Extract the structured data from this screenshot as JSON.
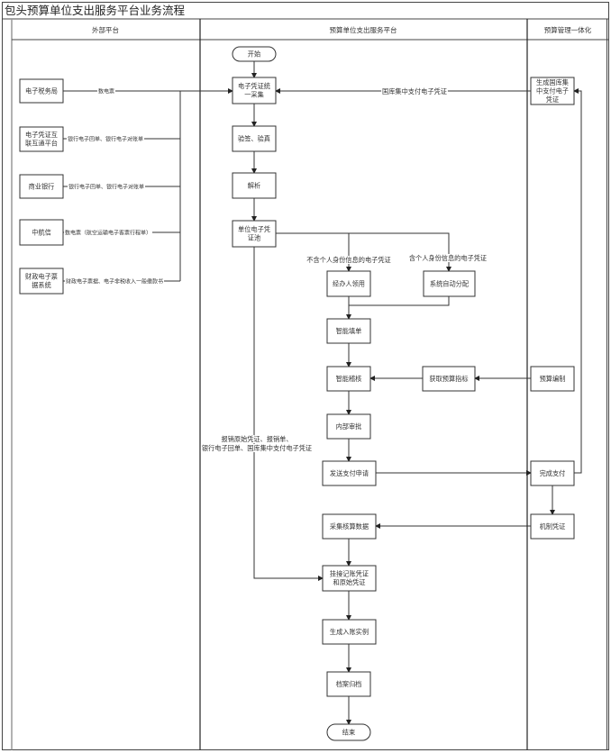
{
  "title": "包头预算单位支出服务平台业务流程",
  "lanes": [
    {
      "id": "external",
      "label": "外部平台"
    },
    {
      "id": "platform",
      "label": "预算单位支出服务平台"
    },
    {
      "id": "budget",
      "label": "预算管理一体化"
    }
  ],
  "nodes": {
    "start": {
      "label": "开始",
      "type": "terminator",
      "lane": "platform"
    },
    "collect": {
      "lines": [
        "电子凭证统",
        "一采集"
      ],
      "type": "process",
      "lane": "platform"
    },
    "verify": {
      "lines": [
        "验签、验真"
      ],
      "type": "process",
      "lane": "platform"
    },
    "parse": {
      "lines": [
        "解析"
      ],
      "type": "process",
      "lane": "platform"
    },
    "pool": {
      "lines": [
        "单位电子凭",
        "证池"
      ],
      "type": "process",
      "lane": "platform"
    },
    "claim": {
      "lines": [
        "经办人领用"
      ],
      "type": "process",
      "lane": "platform"
    },
    "auto_assign": {
      "lines": [
        "系统自动分配"
      ],
      "type": "process",
      "lane": "platform"
    },
    "smart_fill": {
      "lines": [
        "智能填单"
      ],
      "type": "process",
      "lane": "platform"
    },
    "smart_audit": {
      "lines": [
        "智能稽核"
      ],
      "type": "process",
      "lane": "platform"
    },
    "get_budget": {
      "lines": [
        "获取预算指标"
      ],
      "type": "process",
      "lane": "platform"
    },
    "internal_approval": {
      "lines": [
        "内部审批"
      ],
      "type": "process",
      "lane": "platform"
    },
    "send_payment": {
      "lines": [
        "发送支付申请"
      ],
      "type": "process",
      "lane": "platform"
    },
    "collect_accounting": {
      "lines": [
        "采集核算数据"
      ],
      "type": "process",
      "lane": "platform"
    },
    "attach_vouchers": {
      "lines": [
        "挂接记账凭证",
        "和原始凭证"
      ],
      "type": "process",
      "lane": "platform"
    },
    "gen_entry": {
      "lines": [
        "生成入账实例"
      ],
      "type": "process",
      "lane": "platform"
    },
    "archive": {
      "lines": [
        "档案归档"
      ],
      "type": "process",
      "lane": "platform"
    },
    "end": {
      "label": "结束",
      "type": "terminator",
      "lane": "platform"
    },
    "gen_treasury": {
      "lines": [
        "生成国库集",
        "中支付电子",
        "凭证"
      ],
      "type": "process",
      "lane": "budget"
    },
    "budget_prep": {
      "lines": [
        "预算编制"
      ],
      "type": "process",
      "lane": "budget"
    },
    "payment_done": {
      "lines": [
        "完成支付"
      ],
      "type": "process",
      "lane": "budget"
    },
    "mech_voucher": {
      "lines": [
        "机制凭证"
      ],
      "type": "process",
      "lane": "budget"
    },
    "tax_bureau": {
      "lines": [
        "电子税务局"
      ],
      "type": "process",
      "lane": "external"
    },
    "interconnect": {
      "lines": [
        "电子凭证互",
        "联互通平台"
      ],
      "type": "process",
      "lane": "external"
    },
    "bank": {
      "lines": [
        "商业银行"
      ],
      "type": "process",
      "lane": "external"
    },
    "travelsky": {
      "lines": [
        "中航信"
      ],
      "type": "process",
      "lane": "external"
    },
    "fiscal_bill": {
      "lines": [
        "财政电子票",
        "据系统"
      ],
      "type": "process",
      "lane": "external"
    }
  },
  "edges": {
    "tax_bureau": "数电票",
    "interconnect": "银行电子回单、银行电子对账单",
    "bank": "银行电子回单、银行电子对账单",
    "travelsky": "数电票（航空运输电子客票行程单）",
    "fiscal_bill": "财政电子票据、电子非税收入一般缴款书",
    "treasury_to_collect": "国库集中支付电子凭证",
    "no_personal": "不含个人身份信息的电子凭证",
    "with_personal": "含个人身份信息的电子凭证",
    "attach_inputs": [
      "报销原始凭证、报销单、",
      "银行电子回单、国库集中支付电子凭证"
    ]
  }
}
